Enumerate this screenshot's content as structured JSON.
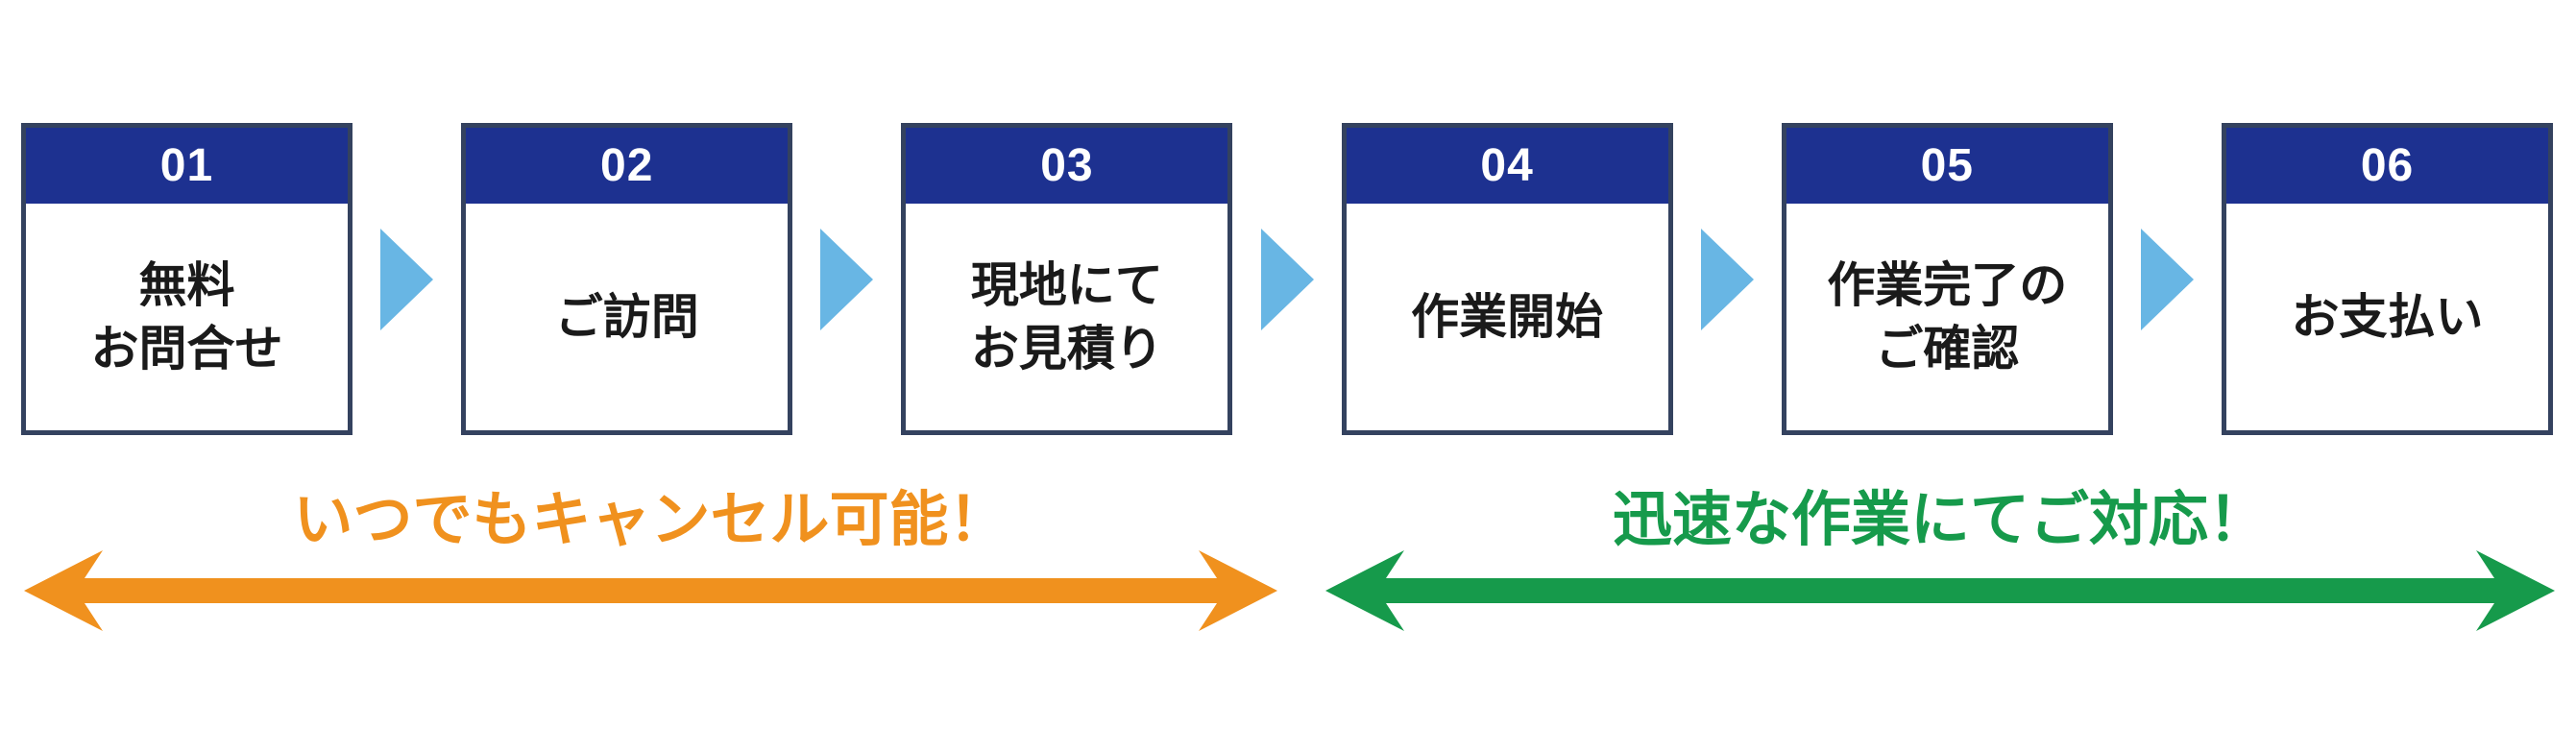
{
  "steps": [
    {
      "number": "01",
      "title": "無料\nお問合せ"
    },
    {
      "number": "02",
      "title": "ご訪問"
    },
    {
      "number": "03",
      "title": "現地にて\nお見積り"
    },
    {
      "number": "04",
      "title": "作業開始"
    },
    {
      "number": "05",
      "title": "作業完了の\nご確認"
    },
    {
      "number": "06",
      "title": "お支払い"
    }
  ],
  "ranges": {
    "cancel": {
      "label": "いつでもキャンセル可能！",
      "color": "#f0911e"
    },
    "speed": {
      "label": "迅速な作業にてご対応！",
      "color": "#169a4b"
    }
  },
  "colors": {
    "step_header_navy": "#1d3190",
    "step_border": "#34425f",
    "connector_triangle_blue": "#68b6e4",
    "step_number_text": "#ffffff",
    "step_title_text": "#1a1a1a",
    "background": "#ffffff"
  },
  "icons": {
    "step_connector": "triangle-right-icon",
    "cancel_range": "left-right-arrow-icon",
    "speed_range": "left-right-arrow-icon"
  }
}
